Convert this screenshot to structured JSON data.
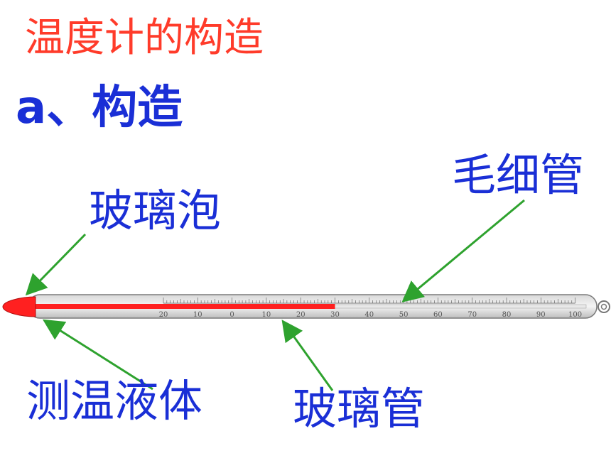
{
  "title": "温度计的构造",
  "subtitle": "a、构造",
  "labels": {
    "bulb": "玻璃泡",
    "capillary": "毛细管",
    "liquid": "测温液体",
    "tube": "玻璃管"
  },
  "scale": {
    "numbers": [
      "20",
      "10",
      "0",
      "10",
      "20",
      "30",
      "40",
      "50",
      "60",
      "70",
      "80",
      "90",
      "100"
    ],
    "liquid_reading": 30
  },
  "colors": {
    "title": "#ff3b2a",
    "labels": "#1a2fd6",
    "liquid": "#ff2020",
    "arrows": "#2ea22e"
  }
}
